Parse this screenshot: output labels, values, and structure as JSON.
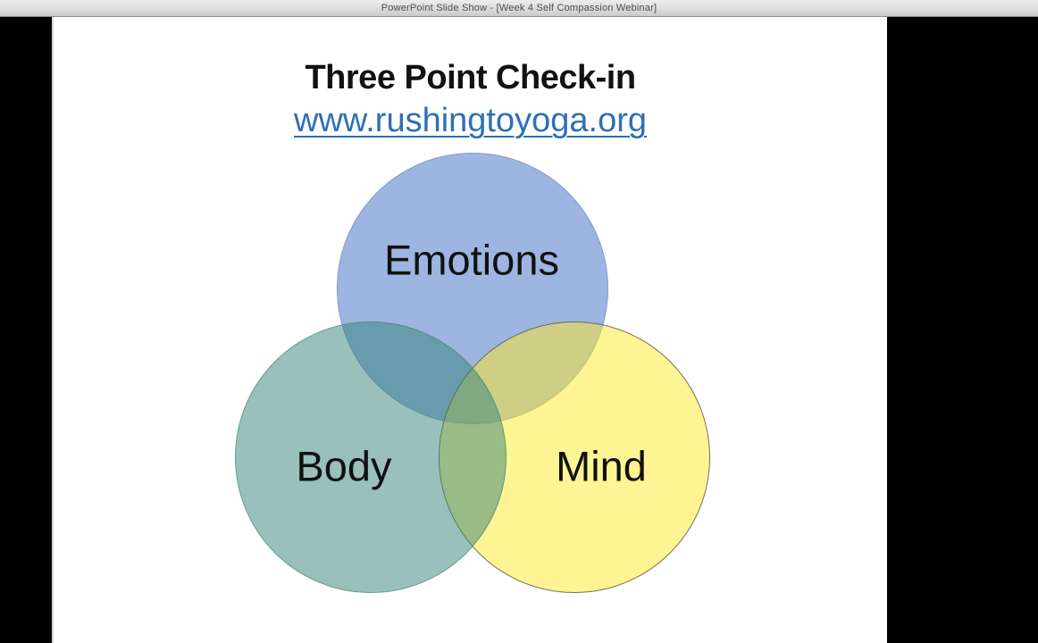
{
  "window": {
    "title": "PowerPoint Slide Show - [Week 4 Self Compassion Webinar]"
  },
  "slide": {
    "title": "Three Point Check-in",
    "link_text": "www.rushingtoyoga.org",
    "venn": {
      "circles": [
        {
          "label": "Emotions",
          "fill": "#4472C4",
          "fill_opacity": 0.5,
          "position": "top"
        },
        {
          "label": "Body",
          "fill": "#338177",
          "fill_opacity": 0.5,
          "position": "bottom-left"
        },
        {
          "label": "Mind",
          "fill": "#FFE927",
          "fill_opacity": 0.5,
          "position": "bottom-right"
        }
      ],
      "overlap_colors": {
        "emotions_body": "#6F9FAD",
        "emotions_mind": "#CDD17C",
        "body_mind": "#97BD80",
        "center": "#8FB579"
      }
    }
  },
  "colors": {
    "link_blue": "#2D6FB8",
    "slide_background": "#FFFFFF",
    "letterbox": "#000000",
    "titlebar_text": "#4A4A4A",
    "titlebar_background": "#DCDCDC"
  }
}
